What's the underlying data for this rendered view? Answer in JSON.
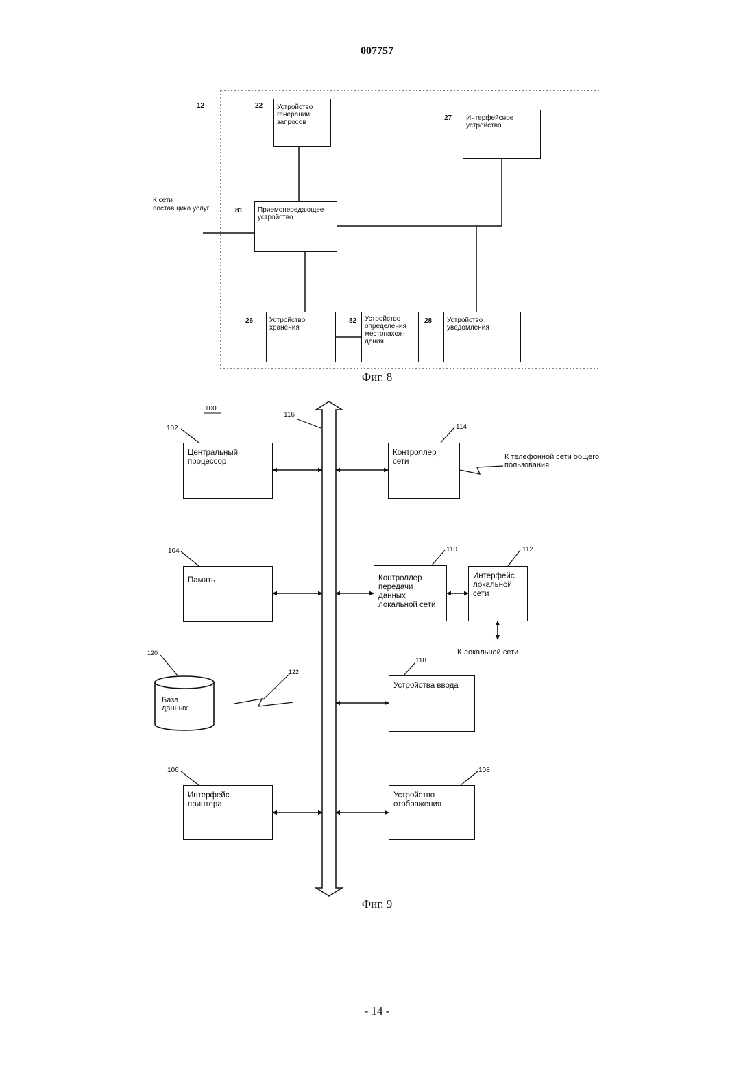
{
  "header": {
    "doc_number": "007757"
  },
  "fig8": {
    "caption": "Фиг. 8",
    "boundary_label": "12",
    "external_label": "К сети\nпоставщика услуг",
    "blocks": [
      {
        "id": "22",
        "label": "Устройство\nгенерации\nзапросов"
      },
      {
        "id": "27",
        "label": "Интерфейсное\nустройство"
      },
      {
        "id": "81",
        "label": "Приемопередающее\nустройство"
      },
      {
        "id": "26",
        "label": "Устройство\nхранения"
      },
      {
        "id": "82",
        "label": "Устройство\nопределения\nместонахож-\nдения"
      },
      {
        "id": "28",
        "label": "Устройство\nуведомления"
      }
    ]
  },
  "fig9": {
    "caption": "Фиг. 9",
    "system_ref": "100",
    "bus_ref": "116",
    "blocks": [
      {
        "id": "102",
        "label": "Центральный\nпроцессор"
      },
      {
        "id": "114",
        "label": "Контроллер\nсети"
      },
      {
        "id": "104",
        "label": "Память"
      },
      {
        "id": "110",
        "label": "Контроллер\nпередачи\nданных\nлокальной сети"
      },
      {
        "id": "112",
        "label": "Интерфейс\nлокальной\nсети"
      },
      {
        "id": "120",
        "label": "База\nданных"
      },
      {
        "id": "122",
        "label": ""
      },
      {
        "id": "118",
        "label": "Устройства ввода"
      },
      {
        "id": "106",
        "label": "Интерфейс\nпринтера"
      },
      {
        "id": "108",
        "label": "Устройство\nотображения"
      }
    ],
    "to_phone_network": "К телефонной сети общего\nпользования",
    "to_local_network": "К локальной сети"
  },
  "footer": {
    "page_number": "- 14 -"
  }
}
